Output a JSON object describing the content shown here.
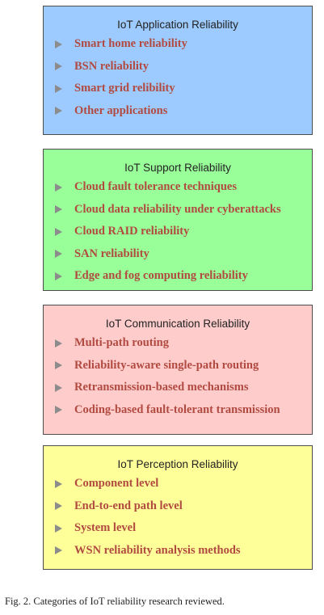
{
  "panels": [
    {
      "title": "IoT Application Reliability",
      "color": "#9ecbff",
      "items": [
        "Smart home reliability",
        "BSN reliability",
        "Smart grid relibility",
        "Other applications"
      ]
    },
    {
      "title": "IoT Support Reliability",
      "color": "#99ff99",
      "items": [
        "Cloud fault tolerance techniques",
        "Cloud data reliability under cyberattacks",
        "Cloud RAID reliability",
        "SAN reliability",
        "Edge and fog computing reliability"
      ]
    },
    {
      "title": "IoT Communication Reliability",
      "color": "#ffcccc",
      "items": [
        "Multi-path routing",
        "Reliability-aware single-path routing",
        "Retransmission-based mechanisms",
        "Coding-based fault-tolerant transmission"
      ]
    },
    {
      "title": "IoT Perception Reliability",
      "color": "#ffff99",
      "items": [
        "Component level",
        "End-to-end path level",
        "System level",
        "WSN reliability analysis methods"
      ]
    }
  ],
  "caption": "Fig. 2.   Categories of IoT reliability research reviewed."
}
